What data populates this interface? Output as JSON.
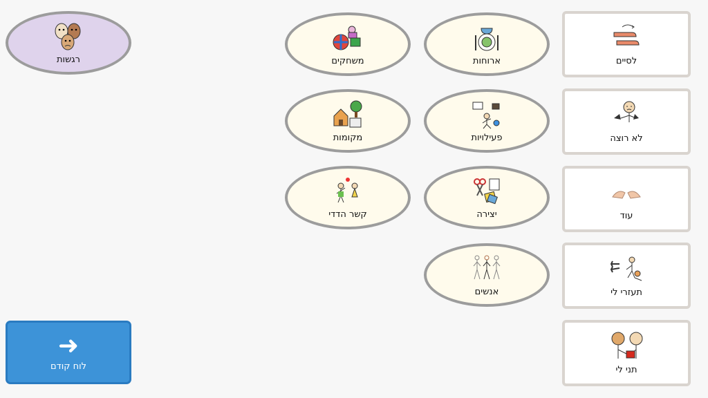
{
  "tiles": {
    "feelings": "רגשות",
    "games": "משחקים",
    "meals": "ארוחות",
    "places": "מקומות",
    "activities": "פעילויות",
    "social": "קשר הדדי",
    "craft": "יצירה",
    "people": "אנשים",
    "finish": "לסיים",
    "dont_want": "לא רוצה",
    "more": "עוד",
    "help_me": "תעזרי לי",
    "give_me": "תני לי"
  },
  "nav": {
    "back_label": "לוח קודם",
    "back_glyph": "➜"
  },
  "colors": {
    "category_fill": "#fffbec",
    "feelings_fill": "#dfd3ec",
    "back_fill": "#3d93d8"
  }
}
